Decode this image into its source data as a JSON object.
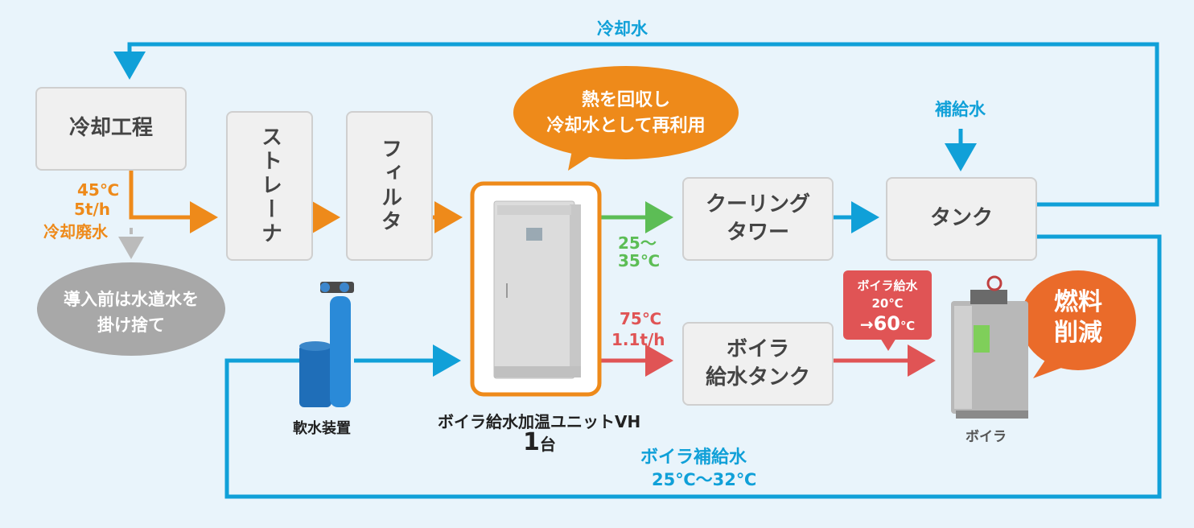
{
  "flow_labels": {
    "cooling_water_top": "冷却水",
    "makeup_water": "補給水",
    "waste_temp": "45℃",
    "waste_flow": "5t/h",
    "waste_name": "冷却廃水",
    "green_temp_1": "25～",
    "green_temp_2": "35℃",
    "red_temp": "75℃",
    "red_flow": "1.1t/h",
    "boiler_makeup_title": "ボイラ補給水",
    "boiler_makeup_temp": "25℃～32℃"
  },
  "boxes": {
    "cooling_process": "冷却工程",
    "strainer": "ストレーナ",
    "filter": "フィルタ",
    "cooling_tower_1": "クーリング",
    "cooling_tower_2": "タワー",
    "tank": "タンク",
    "boiler_feed_tank_1": "ボイラ",
    "boiler_feed_tank_2": "給水タンク"
  },
  "bubbles": {
    "heat_recovery_1": "熱を回収し",
    "heat_recovery_2": "冷却水として再利用",
    "before_intro_1": "導入前は水道水を",
    "before_intro_2": "掛け捨て",
    "feedwater_title": "ボイラ給水",
    "feedwater_from": "20℃",
    "feedwater_to_prefix": "→",
    "feedwater_to_value": "60",
    "feedwater_to_unit": "℃",
    "fuel_1": "燃料",
    "fuel_2": "削減"
  },
  "captions": {
    "softener": "軟水装置",
    "unit_name": "ボイラ給水加温ユニットVH",
    "unit_count_num": "1",
    "unit_count_unit": "台",
    "boiler": "ボイラ"
  },
  "colors": {
    "blue": "#10a0d8",
    "orange": "#ee8a1a",
    "green": "#5cbd55",
    "red": "#e05455",
    "grey_arrow": "#bbbbbb"
  }
}
